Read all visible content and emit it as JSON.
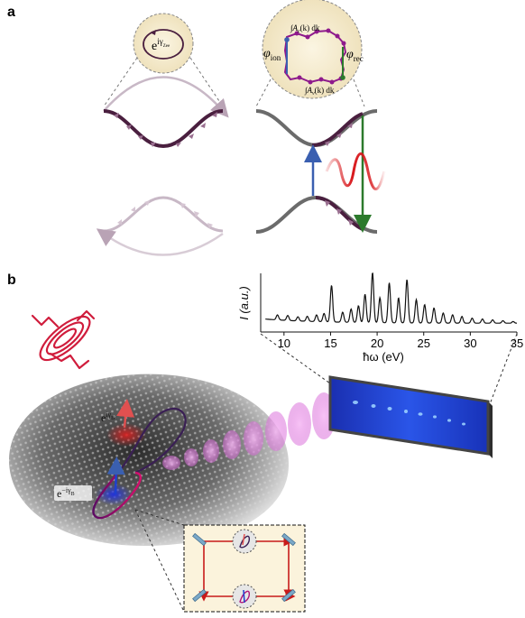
{
  "panel_a": {
    "letter": "a",
    "inset_left": {
      "base": "e",
      "exponent": "iγ",
      "subscript": "Zee"
    },
    "inset_right": {
      "integral_top": "∫A",
      "integral_top_sub": "c",
      "integral_top_rest": "(k) dk",
      "integral_bottom": "∫A",
      "integral_bottom_sub": "v",
      "integral_bottom_rest": "(k) dk",
      "phi_left": "φ",
      "phi_left_sub": "ion",
      "phi_right": "φ",
      "phi_right_sub": "rec"
    }
  },
  "panel_b": {
    "letter": "b",
    "berry_plus": {
      "base": "e",
      "exponent": "iγ",
      "subscript": "B"
    },
    "berry_minus": {
      "base": "e",
      "exponent": "−iγ",
      "subscript": "B"
    },
    "spectrum": {
      "ylabel": "I (a.u.)",
      "xlabel": "ħω (eV)",
      "ticks": [
        "10",
        "15",
        "20",
        "25",
        "30",
        "35"
      ]
    }
  },
  "colors": {
    "band": "#6b6b6b",
    "band_faded": "#c8b8c6",
    "trajectory": "#4a1f3f",
    "inset_fill": "#f6edd4",
    "loop": "#8e1a8c",
    "arrow_blue": "#3a5fb0",
    "arrow_green": "#2c7a2c",
    "wave_red": "#d8181c",
    "harmonic": "#e070e0",
    "crystal_blue": "#1d3fd0"
  }
}
